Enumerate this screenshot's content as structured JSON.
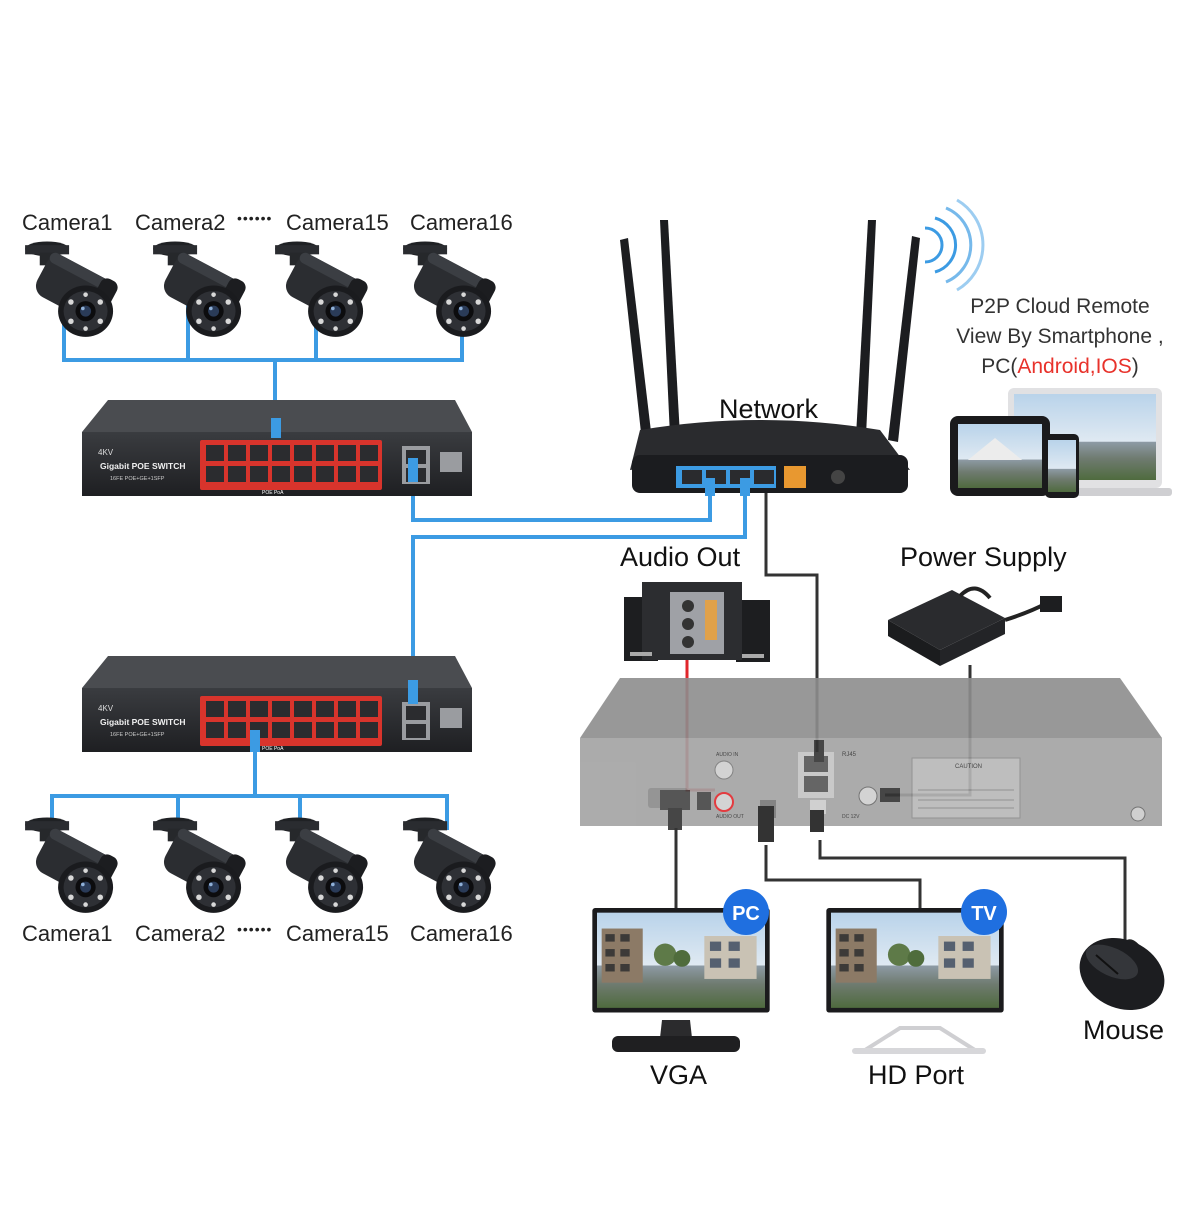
{
  "cameras_top": [
    "Camera1",
    "Camera2",
    "Camera15",
    "Camera16"
  ],
  "cameras_bottom": [
    "Camera1",
    "Camera2",
    "Camera15",
    "Camera16"
  ],
  "ellipsis": "••••••",
  "switch": {
    "brand": "4KV",
    "title": "Gigabit POE SWITCH",
    "subtitle": "16FE POE+GE+1SFP",
    "poe_label": "POE PoA"
  },
  "router": {
    "label": "Network"
  },
  "remote": {
    "line1": "P2P Cloud Remote",
    "line2": "View By Smartphone ,",
    "line3_prefix": "PC(",
    "line3_highlight": "Android,IOS",
    "line3_suffix": ")"
  },
  "audio": {
    "label": "Audio Out"
  },
  "power": {
    "label": "Power Supply"
  },
  "nvr": {
    "audio_in": "AUDIO IN",
    "audio_out": "AUDIO OUT",
    "rj45": "RJ45",
    "dc": "DC 12V",
    "caution": "CAUTION"
  },
  "monitors": [
    {
      "badge": "PC",
      "label": "VGA"
    },
    {
      "badge": "TV",
      "label": "HD Port"
    }
  ],
  "mouse": {
    "label": "Mouse"
  },
  "colors": {
    "cable_blue": "#3c9be3",
    "cable_black": "#333333",
    "cable_red": "#e0262b",
    "badge_blue": "#1f6fe0",
    "port_red": "#d8342c",
    "device_dark": "#2d2f33",
    "nvr_gray": "#9c9c9c"
  }
}
